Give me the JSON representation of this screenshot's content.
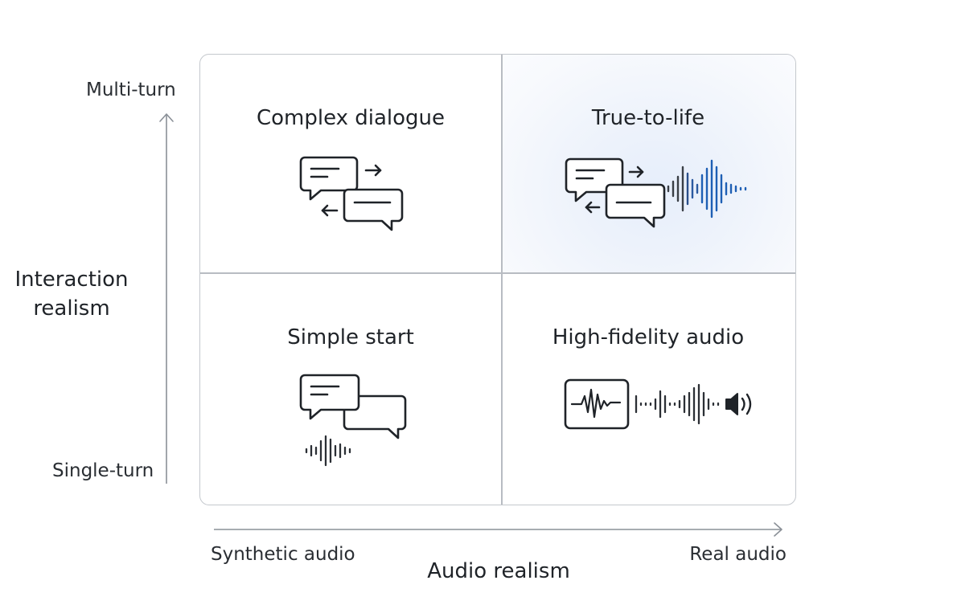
{
  "quadrants": {
    "top_left": {
      "title": "Complex dialogue",
      "icon": "dialogue-exchange-icon"
    },
    "top_right": {
      "title": "True-to-life",
      "icon": "dialogue-waveform-icon"
    },
    "bottom_left": {
      "title": "Simple start",
      "icon": "chat-bubbles-waveform-icon"
    },
    "bottom_right": {
      "title": "High-fidelity audio",
      "icon": "audio-waveform-speaker-icon"
    }
  },
  "y_axis": {
    "title": "Interaction realism",
    "title_lines": [
      "Interaction",
      "realism"
    ],
    "top_label": "Multi-turn",
    "bottom_label": "Single-turn"
  },
  "x_axis": {
    "title": "Audio realism",
    "left_label": "Synthetic audio",
    "right_label": "Real audio"
  },
  "colors": {
    "accent": "#1e5fb4",
    "ink": "#1f2328",
    "grid": "#c4c8cd",
    "highlight": "#eef3fb"
  }
}
